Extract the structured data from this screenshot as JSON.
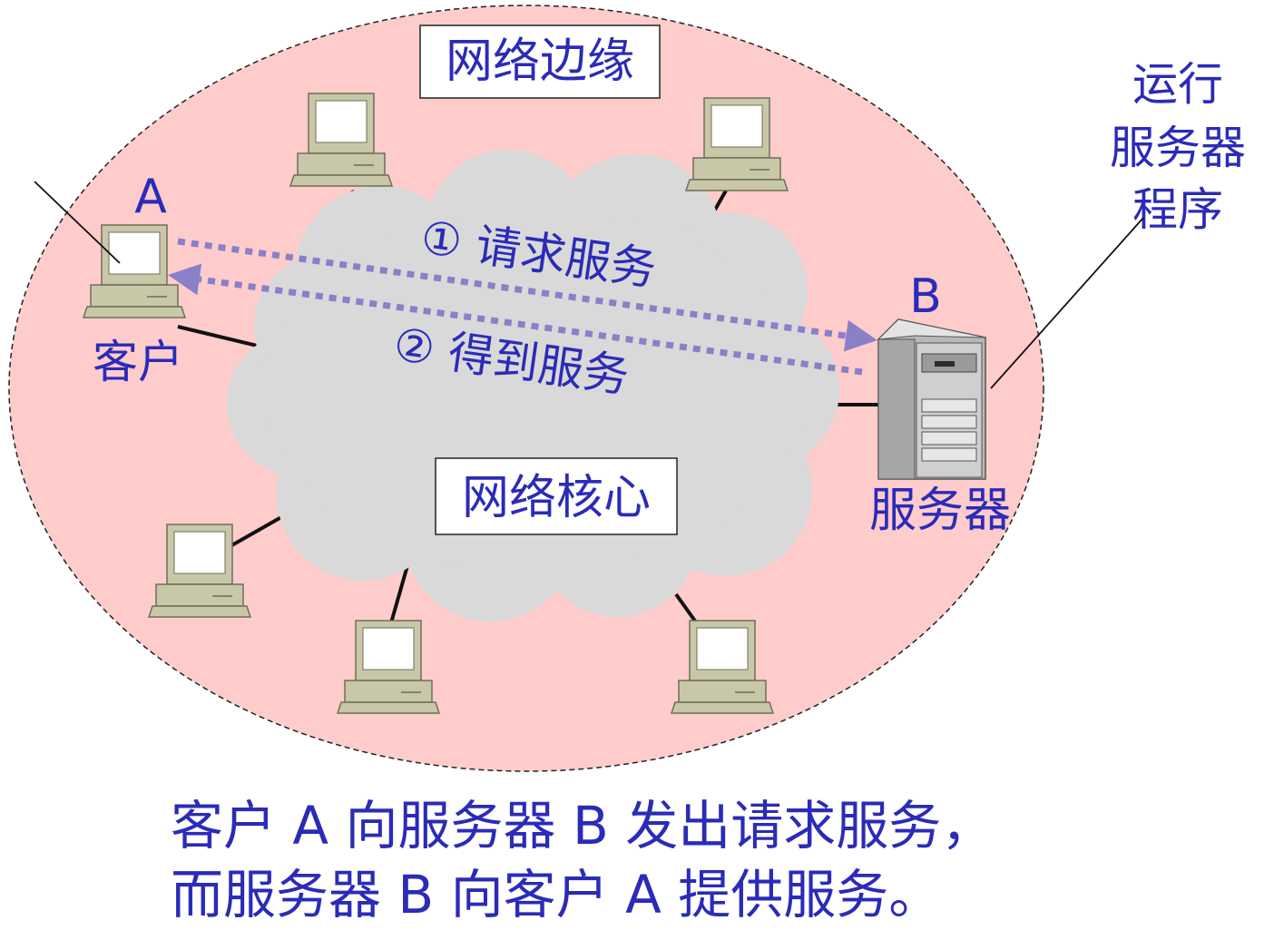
{
  "labels": {
    "edge": "网络边缘",
    "core": "网络核心",
    "node_a_letter": "A",
    "node_a_name": "客户",
    "node_b_letter": "B",
    "node_b_name": "服务器",
    "annotation_line1": "运行",
    "annotation_line2": "服务器",
    "annotation_line3": "程序",
    "arrow1": "① 请求服务",
    "arrow2": "② 得到服务"
  },
  "caption": {
    "line1": "客户 A 向服务器 B 发出请求服务，",
    "line2": "而服务器 B 向客户 A 提供服务。"
  },
  "colors": {
    "edge_fill": "#ffcccc",
    "core_fill": "#d9d9d9",
    "text": "#2b2bb8",
    "arrow": "#8a80c8"
  }
}
